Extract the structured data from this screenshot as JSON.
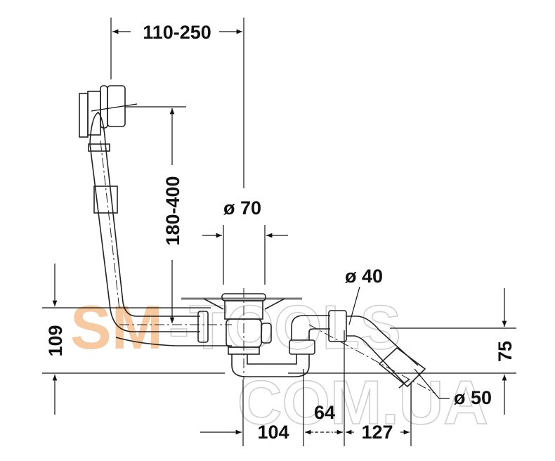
{
  "dimensions": {
    "overflow_offset": "110-250",
    "overflow_height": "180-400",
    "drain_diameter": "ø 70",
    "height_total": "109",
    "outlet_height": "75",
    "outlet_diameter_40": "ø 40",
    "outlet_diameter_50": "ø 50",
    "spacing_104": "104",
    "spacing_64": "64",
    "spacing_127": "127"
  },
  "watermark": {
    "line1_a": "SM",
    "line1_b": "-TOOLS",
    "line2": "COM.UA",
    "accent": "#f6c9a0"
  }
}
